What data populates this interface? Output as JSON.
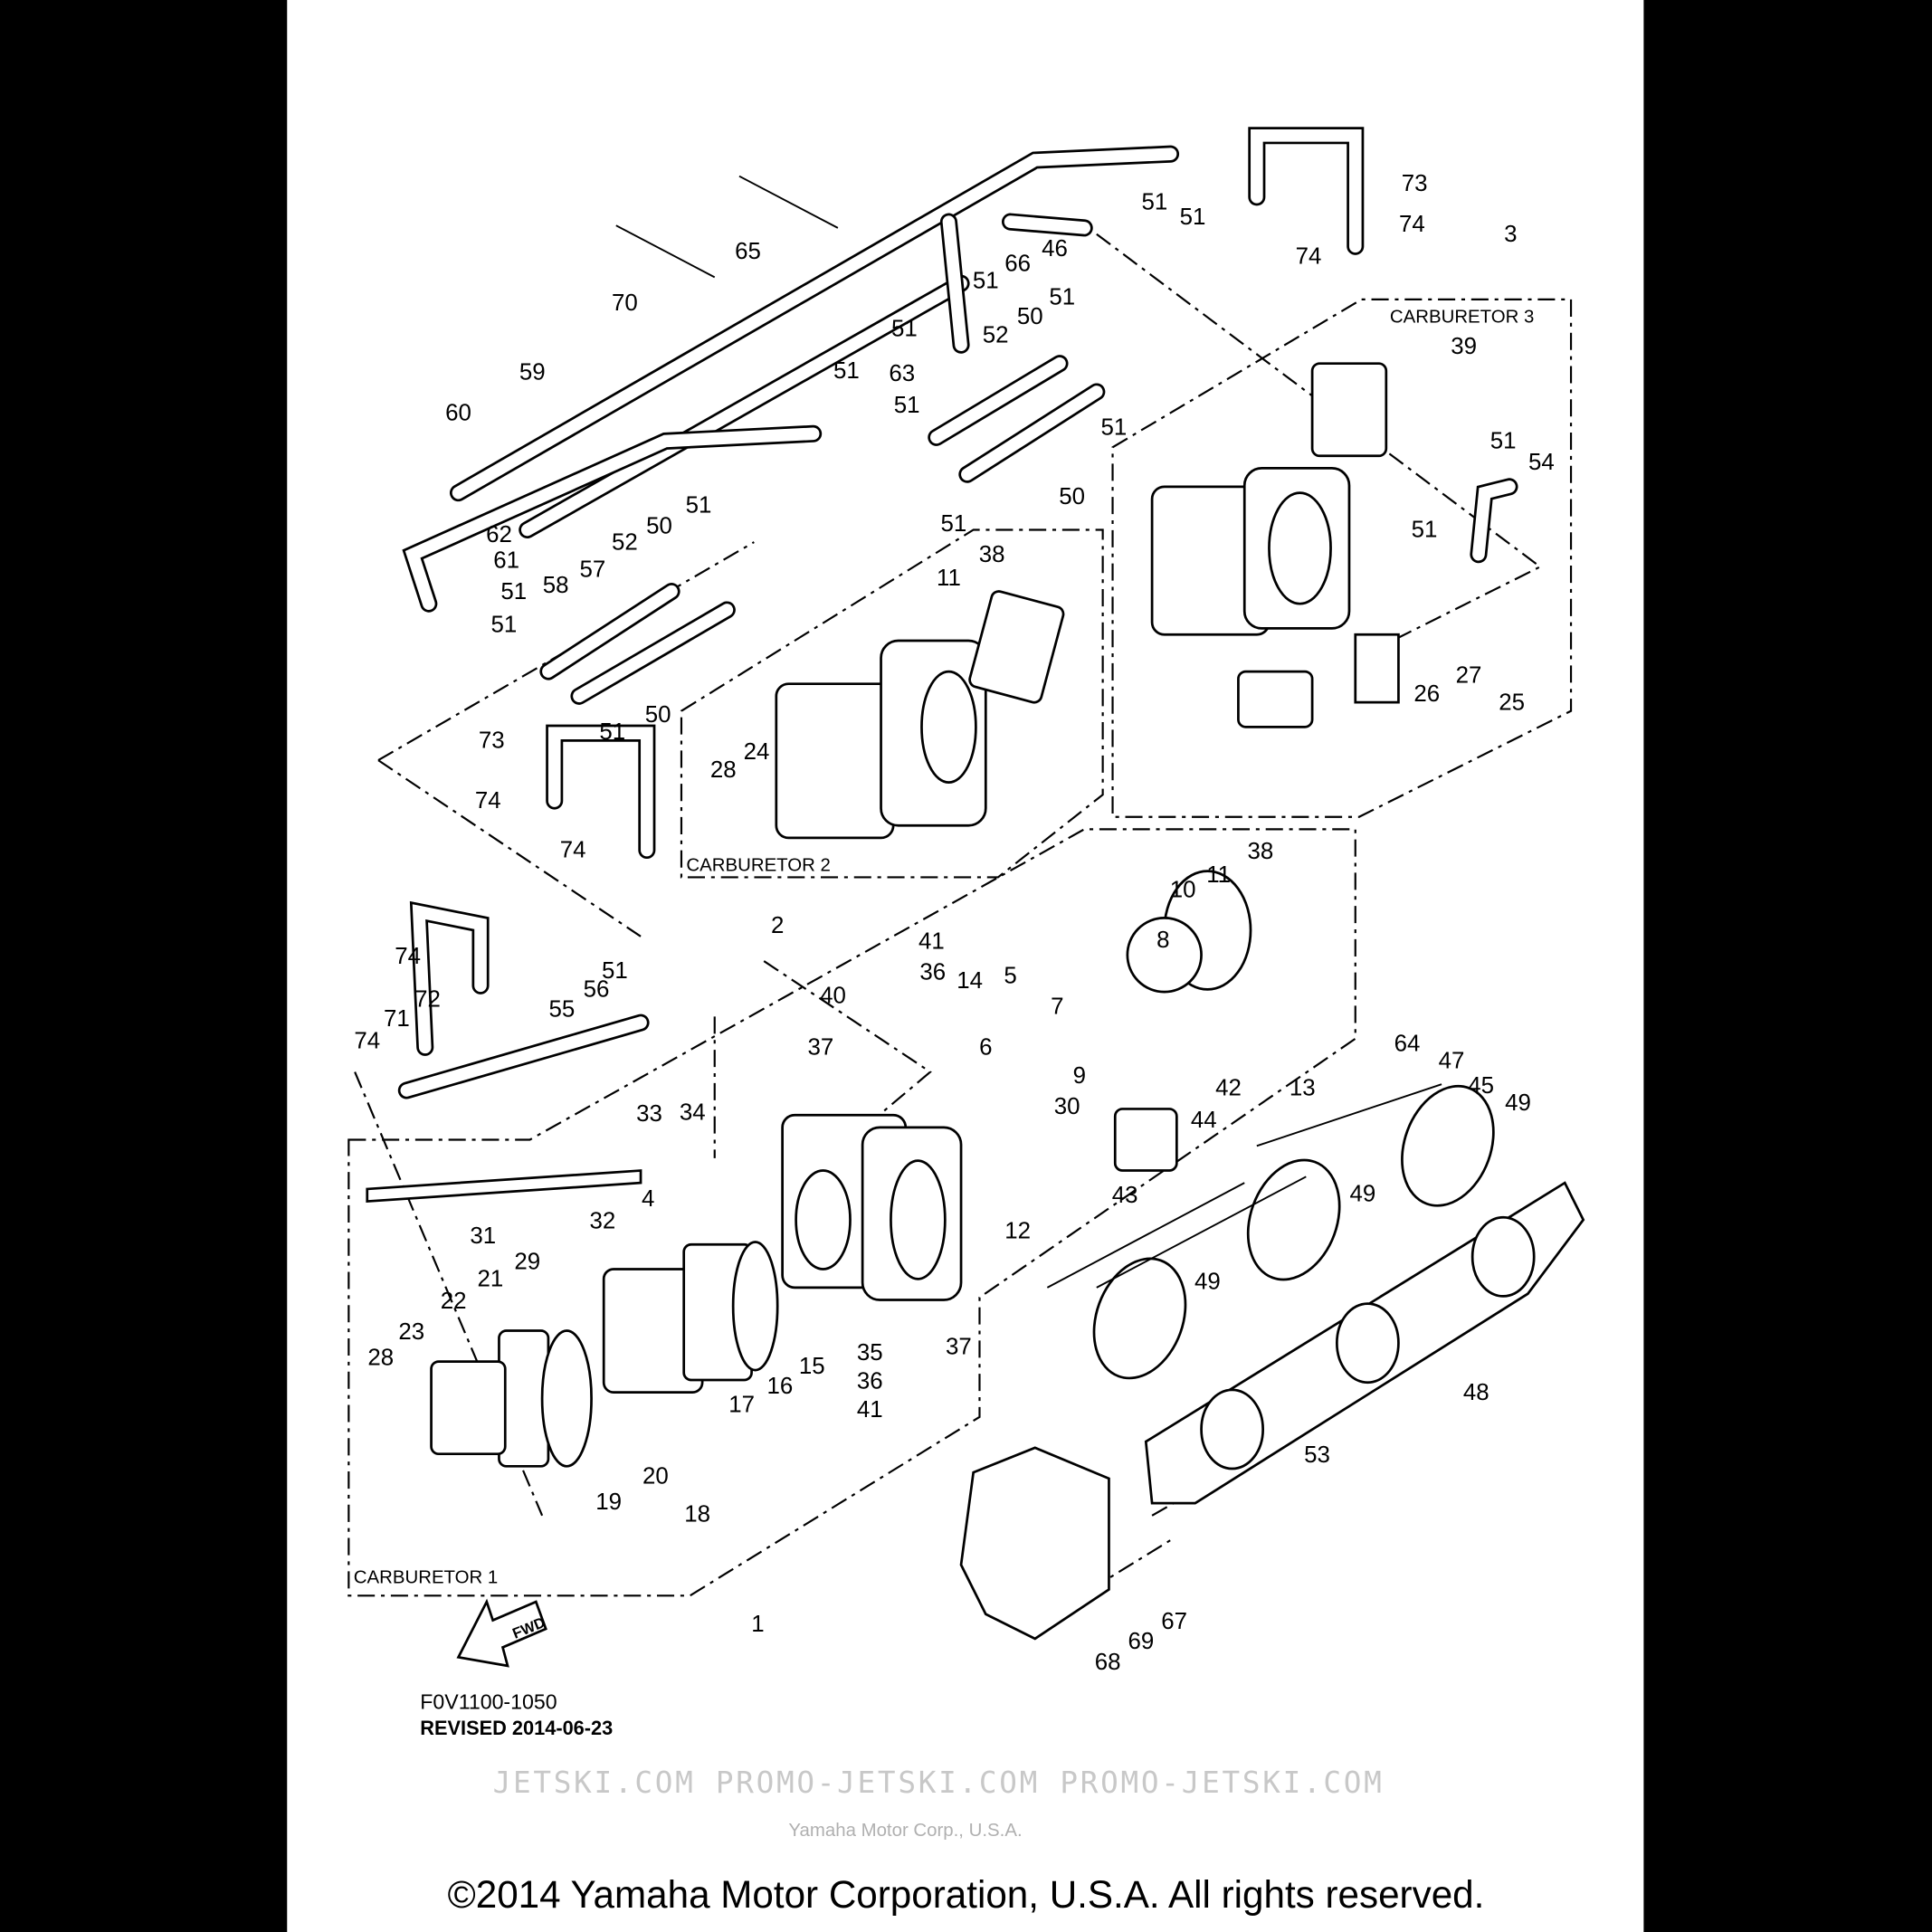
{
  "diagram": {
    "section_labels": {
      "carb1": "CARBURETOR 1",
      "carb2": "CARBURETOR 2",
      "carb3": "CARBURETOR 3"
    },
    "fwd_label": "FWD",
    "drawing_code": "F0V1100-1050",
    "revised": "REVISED 2014-06-23",
    "watermark": "JETSKI.COM   PROMO-JETSKI.COM   PROMO-JETSKI.COM",
    "watermark_small": "Yamaha Motor Corp., U.S.A.",
    "callouts": [
      "51",
      "51",
      "73",
      "74",
      "74",
      "3",
      "65",
      "66",
      "46",
      "51",
      "70",
      "51",
      "51",
      "50",
      "52",
      "63",
      "51",
      "39",
      "59",
      "60",
      "51",
      "51",
      "51",
      "54",
      "50",
      "51",
      "51",
      "51",
      "50",
      "62",
      "52",
      "61",
      "57",
      "58",
      "51",
      "38",
      "11",
      "51",
      "27",
      "26",
      "25",
      "50",
      "51",
      "73",
      "24",
      "28",
      "74",
      "74",
      "2",
      "38",
      "11",
      "10",
      "41",
      "8",
      "74",
      "36",
      "40",
      "14",
      "5",
      "51",
      "56",
      "7",
      "72",
      "55",
      "71",
      "74",
      "37",
      "6",
      "64",
      "47",
      "9",
      "42",
      "13",
      "45",
      "49",
      "33",
      "34",
      "30",
      "44",
      "4",
      "43",
      "31",
      "32",
      "12",
      "49",
      "49",
      "21",
      "29",
      "22",
      "23",
      "28",
      "15",
      "35",
      "37",
      "16",
      "17",
      "36",
      "41",
      "48",
      "53",
      "20",
      "19",
      "18",
      "67",
      "1",
      "69",
      "68"
    ]
  },
  "footer": {
    "copyright": "©2014 Yamaha Motor Corporation, U.S.A. All rights reserved."
  }
}
